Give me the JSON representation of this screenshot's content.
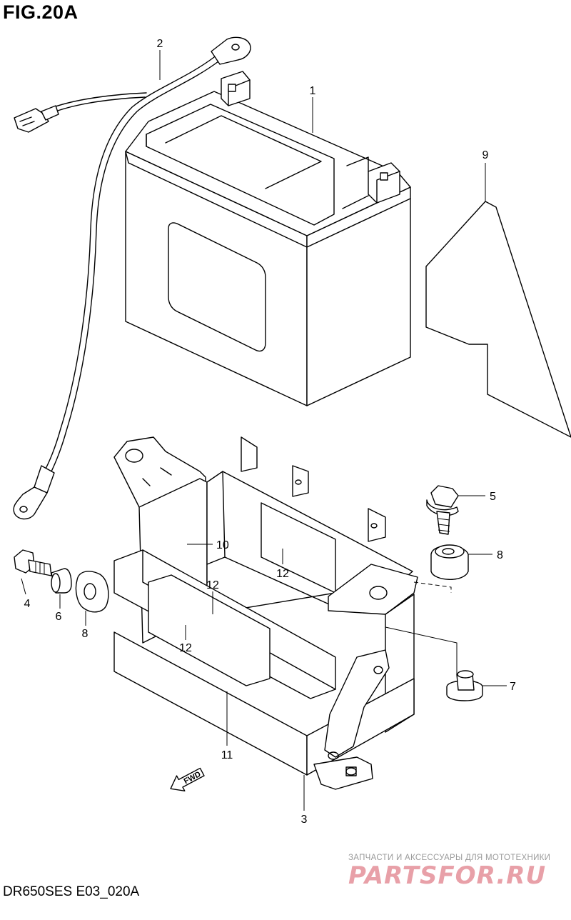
{
  "figure_title": "FIG.20A",
  "model_code": "DR650SES E03_020A",
  "fwd_label": "FWD",
  "watermark": {
    "caption": "ЗАПЧАСТИ И АКСЕССУАРЫ ДЛЯ МОТОТЕХНИКИ",
    "logo_text": "PARTSFOR.RU",
    "color": "#e8a0a8"
  },
  "callouts": [
    {
      "id": "c1",
      "label": "1"
    },
    {
      "id": "c2",
      "label": "2"
    },
    {
      "id": "c3",
      "label": "3"
    },
    {
      "id": "c4",
      "label": "4"
    },
    {
      "id": "c5",
      "label": "5"
    },
    {
      "id": "c6",
      "label": "6"
    },
    {
      "id": "c7",
      "label": "7"
    },
    {
      "id": "c8a",
      "label": "8"
    },
    {
      "id": "c8b",
      "label": "8"
    },
    {
      "id": "c9",
      "label": "9"
    },
    {
      "id": "c10",
      "label": "10"
    },
    {
      "id": "c11",
      "label": "11"
    },
    {
      "id": "c12a",
      "label": "12"
    },
    {
      "id": "c12b",
      "label": "12"
    },
    {
      "id": "c12c",
      "label": "12"
    }
  ]
}
